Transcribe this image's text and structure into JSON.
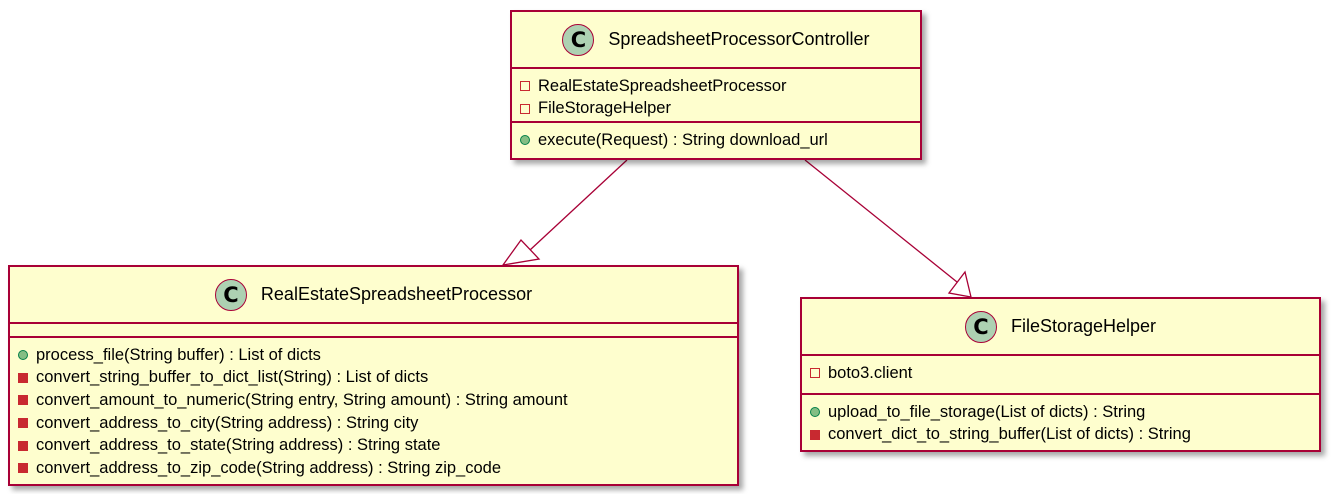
{
  "diagram": {
    "badge_letter": "C",
    "classes": {
      "controller": {
        "name": "SpreadsheetProcessorController",
        "fields": [
          {
            "visibility": "private",
            "text": "RealEstateSpreadsheetProcessor"
          },
          {
            "visibility": "private",
            "text": "FileStorageHelper"
          }
        ],
        "methods": [
          {
            "visibility": "public",
            "text": "execute(Request) : String download_url"
          }
        ]
      },
      "processor": {
        "name": "RealEstateSpreadsheetProcessor",
        "fields": [],
        "methods": [
          {
            "visibility": "public",
            "text": "process_file(String buffer) : List of dicts"
          },
          {
            "visibility": "private",
            "text": "convert_string_buffer_to_dict_list(String) : List of dicts"
          },
          {
            "visibility": "private",
            "text": "convert_amount_to_numeric(String entry, String amount) : String amount"
          },
          {
            "visibility": "private",
            "text": "convert_address_to_city(String address) : String city"
          },
          {
            "visibility": "private",
            "text": "convert_address_to_state(String address) : String state"
          },
          {
            "visibility": "private",
            "text": "convert_address_to_zip_code(String address) : String zip_code"
          }
        ]
      },
      "storage": {
        "name": "FileStorageHelper",
        "fields": [
          {
            "visibility": "private",
            "text": "boto3.client"
          }
        ],
        "methods": [
          {
            "visibility": "public",
            "text": "upload_to_file_storage(List of dicts) : String"
          },
          {
            "visibility": "private",
            "text": "convert_dict_to_string_buffer(List of dicts) : String"
          }
        ]
      }
    },
    "relations": [
      {
        "from": "controller",
        "to": "processor",
        "type": "generalization"
      },
      {
        "from": "controller",
        "to": "storage",
        "type": "generalization"
      }
    ],
    "colors": {
      "class_fill": "#fefece",
      "class_border": "#a80036",
      "badge_fill": "#add1b2",
      "private_marker": "#c82930",
      "public_marker": "#84be84",
      "edge": "#a80036"
    }
  }
}
